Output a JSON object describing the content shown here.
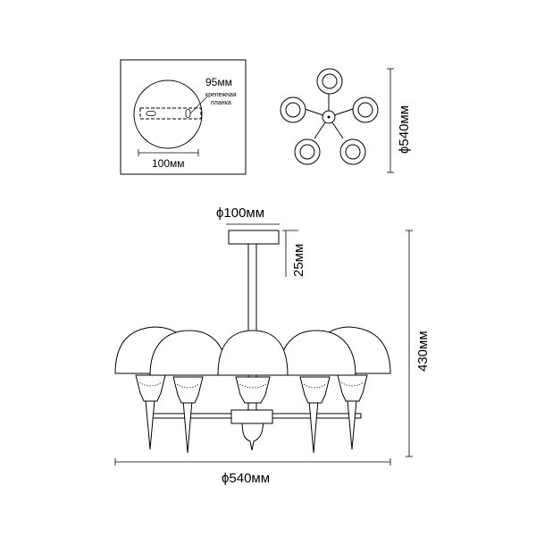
{
  "mount_detail": {
    "plate_label": "95мм",
    "plate_note_line1": "крепежная",
    "plate_note_line2": "планка",
    "canopy_width_label": "100мм"
  },
  "top_view": {
    "diameter_label": "ϕ540мм"
  },
  "front_view": {
    "canopy_diameter_label": "ϕ100мм",
    "canopy_height_label": "25мм",
    "total_height_label": "430мм",
    "total_width_label": "ϕ540мм"
  }
}
